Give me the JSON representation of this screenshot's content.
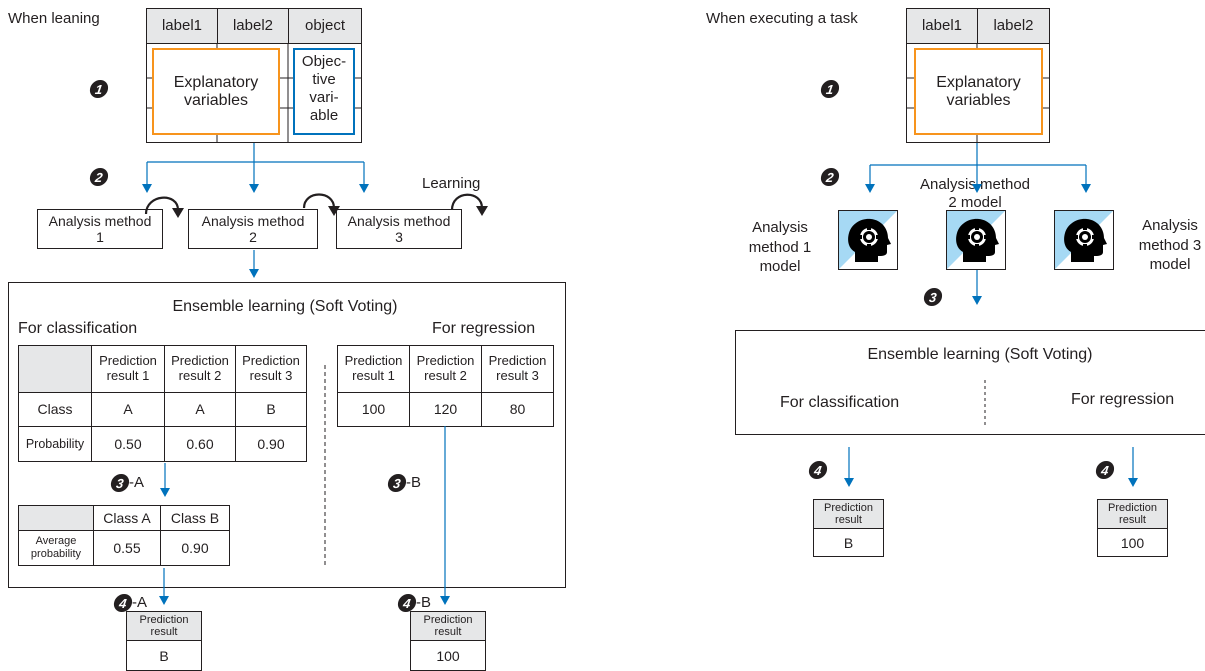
{
  "learning": {
    "title": "When leaning",
    "headers": [
      "label1",
      "label2",
      "object"
    ],
    "explanatory": "Explanatory variables",
    "objective": [
      "Objec-",
      "tive",
      "vari-",
      "able"
    ],
    "step1": "1",
    "step2": "2",
    "learning_label": "Learning",
    "methods": [
      {
        "line1": "Analysis method",
        "line2": "1"
      },
      {
        "line1": "Analysis method",
        "line2": "2"
      },
      {
        "line1": "Analysis method",
        "line2": "3"
      }
    ],
    "ensemble": {
      "title": "Ensemble learning (Soft Voting)",
      "classification_label": "For classification",
      "regression_label": "For regression",
      "cls_table": {
        "headers": [
          "Prediction result 1",
          "Prediction result 2",
          "Prediction result 3"
        ],
        "rows": [
          {
            "label": "Class",
            "values": [
              "A",
              "A",
              "B"
            ]
          },
          {
            "label": "Probability",
            "values": [
              "0.50",
              "0.60",
              "0.90"
            ]
          }
        ]
      },
      "reg_table": {
        "headers": [
          "Prediction result 1",
          "Prediction result 2",
          "Prediction result 3"
        ],
        "values": [
          "100",
          "120",
          "80"
        ]
      },
      "step3a": "3",
      "step3a_suffix": "-A",
      "step3b": "3",
      "step3b_suffix": "-B",
      "avg_table": {
        "headers": [
          "Class A",
          "Class B"
        ],
        "row_label": "Average probability",
        "values": [
          "0.55",
          "0.90"
        ]
      }
    },
    "step4a": "4",
    "step4a_suffix": "-A",
    "step4b": "4",
    "step4b_suffix": "-B",
    "result_a": {
      "header": "Prediction result",
      "value": "B"
    },
    "result_b": {
      "header": "Prediction result",
      "value": "100"
    }
  },
  "executing": {
    "title": "When executing a task",
    "headers": [
      "label1",
      "label2"
    ],
    "explanatory": "Explanatory variables",
    "step1": "1",
    "step2": "2",
    "step3": "3",
    "model_labels": [
      {
        "line1": "Analysis",
        "line2": "method 1",
        "line3": "model"
      },
      {
        "line1": "Analysis method",
        "line2": "2 model"
      },
      {
        "line1": "Analysis",
        "line2": "method 3",
        "line3": "model"
      }
    ],
    "ensemble": {
      "title": "Ensemble learning (Soft Voting)",
      "classification_label": "For classification",
      "regression_label": "For regression"
    },
    "step4a": "4",
    "step4b": "4",
    "result_a": {
      "header": "Prediction result",
      "value": "B"
    },
    "result_b": {
      "header": "Prediction result",
      "value": "100"
    }
  },
  "colors": {
    "orange": "#f7941d",
    "blue": "#0072bc",
    "light_blue": "#a6d9f4",
    "gray": "#e6e7e8"
  },
  "icons": [
    "ai-head-gear-icon"
  ]
}
